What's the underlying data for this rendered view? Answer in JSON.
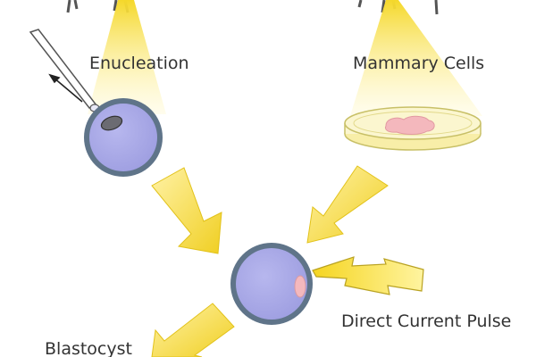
{
  "labels": {
    "enucleation": "Enucleation",
    "mammary_cells": "Mammary Cells",
    "direct_current_pulse": "Direct Current Pulse",
    "blastocyst": "Blastocyst"
  },
  "colors": {
    "beam_yellow": "#f7df3a",
    "cell_fill": "#a8a8e8",
    "cell_stroke": "#5f7489",
    "nucleus_pink": "#f4b8bd",
    "dish_fill": "#fbf6cf",
    "dish_stroke": "#c8c067"
  }
}
